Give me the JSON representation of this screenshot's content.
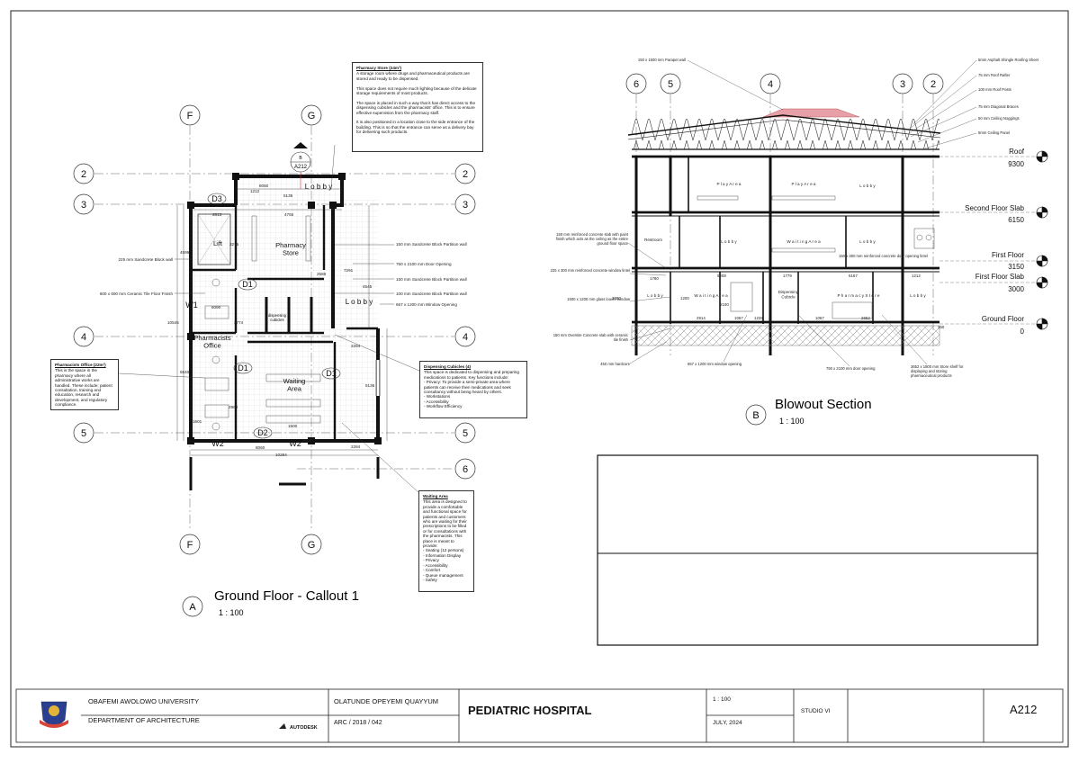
{
  "grid_labels": {
    "F": "F",
    "G": "G",
    "r2": "2",
    "r3": "3",
    "r4": "4",
    "r5": "5",
    "r6": "6",
    "s4": "4",
    "s3": "3",
    "s2": "2"
  },
  "section_marker": {
    "letter": "B",
    "sheet": "A212"
  },
  "plan": {
    "rooms": {
      "lift": "Lift",
      "pharmacy_store": "Pharmacy\nStore",
      "pharmacists_office": "Pharmacists\nOffice",
      "waiting_area": "Waiting\nArea",
      "dispensing": "dispensing\ncubicles",
      "lobby_top": "L o b b y",
      "lobby_right": "L o b b y"
    },
    "tags": {
      "D1a": "D1",
      "D1b": "D1",
      "D1c": "D1",
      "D2": "D2",
      "D3": "D3",
      "W1": "W1",
      "W2a": "W2",
      "W2b": "W2"
    },
    "dims": {
      "d8060": "8060",
      "d5135": "5135",
      "d2813": "2813",
      "d4765": "4765",
      "d10284": "10284",
      "d8060b": "8060",
      "d2284": "2284",
      "d2284b": "2284",
      "d1212": "1212",
      "d4599": "4599",
      "d3275": "3275",
      "d10545": "10545",
      "d5540": "5540",
      "d2588": "2588",
      "d7291": "7291",
      "d4545": "4545",
      "d2640": "2640",
      "d1810": "1810",
      "d2933": "2933",
      "d1500": "1500",
      "d5136": "5136",
      "d2960": "2960",
      "d6090": "6090",
      "d3774": "3774",
      "d1601": "1601"
    },
    "annotations": {
      "a1": "150 mm Sandcrete Block Partition wall",
      "a2": "750 x 2100 mm Door Opening",
      "a3": "150 mm Sandcrete Block Partition wall",
      "a4": "100 mm Sandcrete Block Partition wall",
      "a5": "657 x 1200 mm Window Opening",
      "a6": "225 mm Sandcrete Block wall",
      "a7": "600 x 600 mm Ceramic Tile Floor Finish"
    },
    "title": "Ground Floor - Callout 1",
    "letter": "A",
    "scale": "1 : 100"
  },
  "notes": {
    "store": {
      "title": "Pharmacy Store (24m²)",
      "body": "A storage room where drugs and pharmaceutical products are stored and ready to be dispensed.\n\nThis space does not require much lighting because of the delicate storage requirements of most products.\n\nThe space is placed in such a way that it has direct access to the dispensing cubicles and the pharmacists' office. This is to ensure effective supervision from the pharmacy staff.\n\nIt is also positioned in a location close to the side entrance of the building. This is so that the entrance can serve as a delivery bay for delivering such products."
    },
    "office": {
      "title": "Pharmacists Office (22m²)",
      "body": "This is the space in the pharmacy where all administrative works are handled. These include; patient consultation, training and education, research and development, and regulatory compliance."
    },
    "dispensing": {
      "title": "Dispensing Cubicles (4)",
      "body": "This space is dedicated to dispensing and preparing medications to patients. Key functions include:\n- Privacy: To provide a semi-private area where patients can receive their medications and seek consultancy without being heard by others.\n- Workstations\n- Accessibility\n- Workflow Efficiency"
    },
    "waiting": {
      "title": "Waiting Area",
      "body": "This area is designed to provide a comfortable and functional space for patients and customers who are waiting for their prescriptions to be filled or for consultations with the pharmacists. This place is meant to provide:\n- Seating (12 persons)\n- Information Display\n- Privacy\n- Accessibility\n- Comfort\n- Queue management\n- Safety"
    }
  },
  "section": {
    "title": "Blowout Section",
    "letter": "B",
    "scale": "1 : 100",
    "levels": [
      {
        "name": "Roof",
        "value": "9300"
      },
      {
        "name": "Second Floor Slab",
        "value": "6150"
      },
      {
        "name": "First Floor",
        "value": "3150"
      },
      {
        "name": "First Floor Slab",
        "value": "3000"
      },
      {
        "name": "Ground Floor",
        "value": "0"
      }
    ],
    "rooms": {
      "play": "P l a y   A r e a",
      "play2": "P l a y   A r e a",
      "lobby_top": "L o b b y",
      "restroom": "Restroom",
      "lobby_mid": "L o b b y",
      "waiting_mid": "W a i t i n g   A r e a",
      "lobby_mid2": "L o b b y",
      "lobby_g": "L o b b y",
      "waiting_g": "W a i t i n g   A r e a",
      "disp_g": "Dispensing\nCubicle",
      "store_g": "P h a r m a c y   S t o r e",
      "lobby_g2": "L o b b y"
    },
    "labels": {
      "parapet": "150 x 1500 mm Parapet wall",
      "shingle": "5mm Asphalt Shingle Roofing Sheet",
      "rafter": "75 mm Roof Rafter",
      "post": "100 mm Roof Posts",
      "brace": "75 mm Diagonal Braces",
      "nogging": "50 mm Ceiling Noggings",
      "ceiling": "5mm Ceiling Panel",
      "slab": "150 mm reinforced concrete slab with paint finish which acts as the ceiling as the entire ground floor space",
      "lintel": "225 x 300 mm reinforced concrete window lintel",
      "louvre": "1500 x 1200 mm glass louvre window",
      "oversite": "150 mm Oversite Concrete slab with ceramic tile finish",
      "hardcore": "450 mm hardcore",
      "window": "657 x 1200 mm window opening",
      "door": "750 x 2100 mm door opening",
      "door_lintel": "150 x 300 mm reinforced concrete door opening lintel",
      "shelf": "3652 x 1800 mm Store shelf for displaying and storing pharmaceutical products"
    },
    "dims": {
      "d5208": "5208",
      "d1779": "1779",
      "d5167": "5167",
      "d1212": "1212",
      "d1780": "1780",
      "d2914": "2914",
      "d1067": "1067",
      "d1228": "1228",
      "d2652": "2652",
      "d1067b": "1067",
      "d2100": "2100",
      "d1200": "1200",
      "d3000": "3000",
      "d150": "150"
    }
  },
  "title_block": {
    "university": "OBAFEMI AWOLOWO UNIVERSITY",
    "department": "DEPARTMENT OF ARCHITECTURE",
    "logo_brand": "AUTODESK",
    "student": "OLATUNDE OPEYEMI QUAYYUM",
    "matric": "ARC / 2018 / 042",
    "project": "PEDIATRIC HOSPITAL",
    "scale": "1 : 100",
    "date": "JULY, 2024",
    "studio": "STUDIO VI",
    "sheet": "A212"
  },
  "colors": {
    "line": "#222222",
    "grid": "#555555",
    "roof_red": "#e8a0a8",
    "hatch": "#888888"
  }
}
